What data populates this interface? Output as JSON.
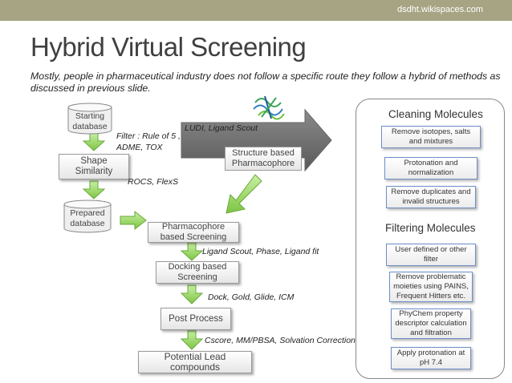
{
  "site": "dsdht.wikispaces.com",
  "title": "Hybrid Virtual Screening",
  "subtitle": "Mostly, people in pharmaceutical industry does not follow a specific route they follow a hybrid of methods as discussed in previous slide.",
  "flow": {
    "starting_db": [
      "Starting",
      "database"
    ],
    "filter_note": [
      "Filter : Rule of 5 ,",
      "ADME, TOX"
    ],
    "hidden_note": "LUDI, Ligand Scout",
    "shape": [
      "Shape",
      "Similarity"
    ],
    "rocs_note": "ROCS, FlexS",
    "prepared_db": [
      "Prepared",
      "database"
    ],
    "structure": [
      "Structure based",
      "Pharmacophore"
    ],
    "pharmacophore": [
      "Pharmacophore",
      "based Screening"
    ],
    "ligand_note": "Ligand Scout, Phase, Ligand fit",
    "docking": [
      "Docking based",
      "Screening"
    ],
    "dock_note": "Dock, Gold, Glide, ICM",
    "post": "Post Process",
    "cscore_note": "Cscore, MM/PBSA, Solvation Corrections",
    "lead": "Potential Lead compounds"
  },
  "panel": {
    "cleaning_title": "Cleaning Molecules",
    "cleaning": [
      "Remove isotopes, salts and mixtures",
      "Protonation and normalization",
      "Remove duplicates and invalid structures"
    ],
    "filtering_title": "Filtering Molecules",
    "filtering": [
      "User defined or other filter",
      "Remove problematic moieties using PAINS, Frequent Hitters etc.",
      "PhyChem property descriptor calculation and filtration",
      "Apply protonation at pH 7.4"
    ]
  },
  "colors": {
    "topbar": "#a7a484",
    "arrow_green": "#8fd14f",
    "panel_border": "#6d8fc6"
  }
}
